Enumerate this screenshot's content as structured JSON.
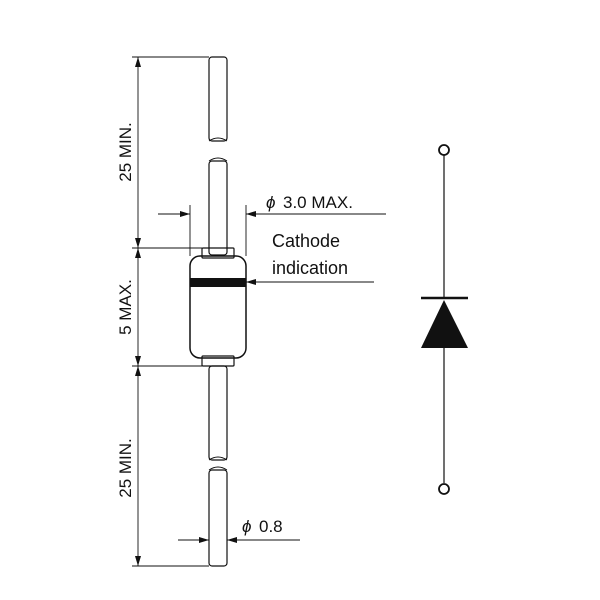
{
  "dimensions": {
    "top_lead_length": "25 MIN.",
    "body_length": "5 MAX.",
    "bottom_lead_length": "25 MIN.",
    "body_diameter": "3.0 MAX.",
    "lead_diameter": "0.8",
    "diameter_symbol": "ϕ"
  },
  "labels": {
    "cathode_line1": "Cathode",
    "cathode_line2": "indication"
  },
  "symbol": {
    "type": "diode"
  }
}
